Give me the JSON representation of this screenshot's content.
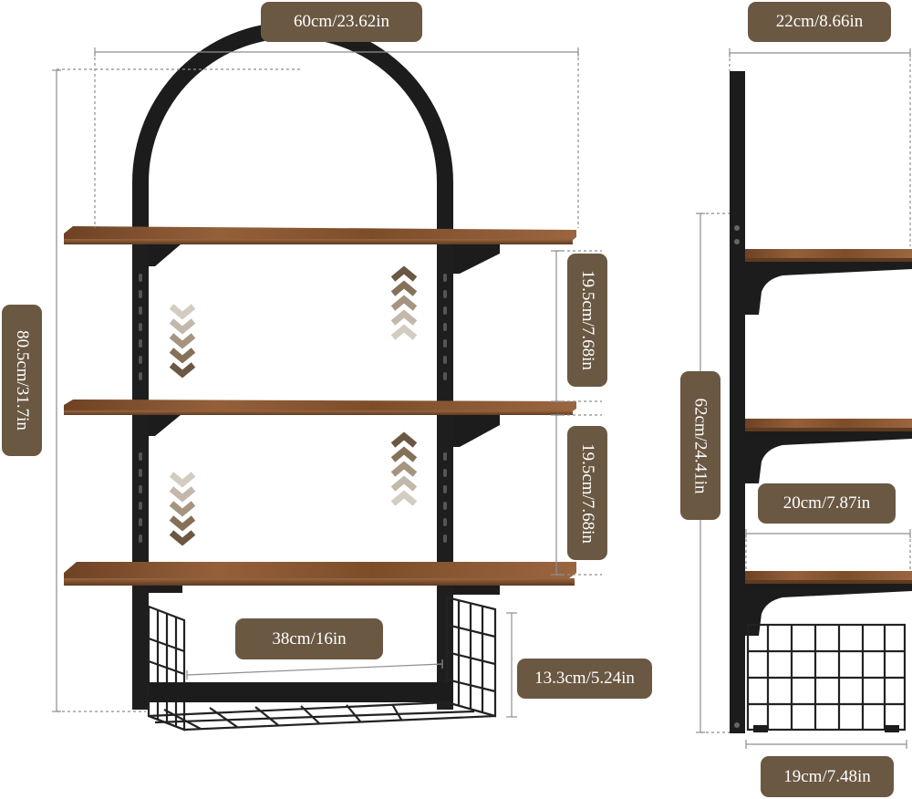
{
  "colors": {
    "wood": "#8a5630",
    "wood_dark": "#5e3a1f",
    "metal": "#1c1c1c",
    "label_bg": "#6a5843",
    "label_text": "#ffffff",
    "dim_line": "#9a9a9a",
    "chevron_light": "#c9c3ba",
    "chevron_dark": "#6a5843"
  },
  "icons": {
    "down": "chevron-down-icon",
    "up": "chevron-up-icon"
  },
  "dimensions": {
    "front_width": "60cm/23.62in",
    "front_height": "80.5cm/31.7in",
    "shelf_gap_upper": "19.5cm/7.68in",
    "shelf_gap_lower": "19.5cm/7.68in",
    "basket_width": "38cm/16in",
    "basket_height": "13.3cm/5.24in",
    "side_depth": "22cm/8.66in",
    "side_height": "62cm/24.41in",
    "shelf_depth": "20cm/7.87in",
    "basket_depth": "19cm/7.48in"
  }
}
